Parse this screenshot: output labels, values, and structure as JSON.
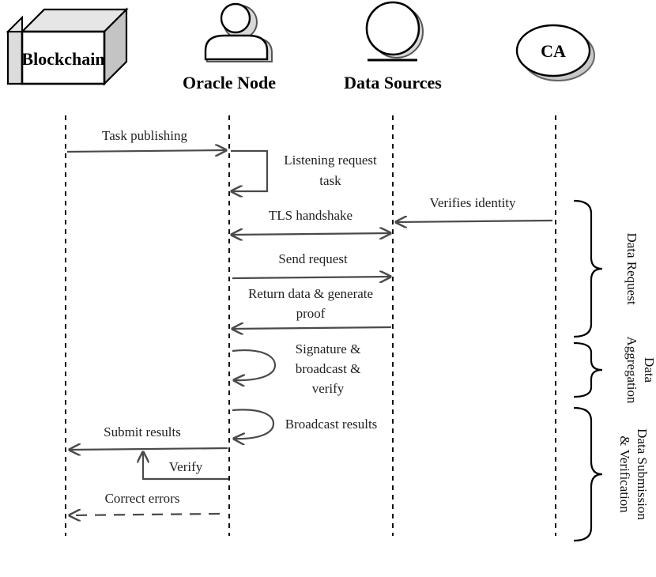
{
  "actors": {
    "blockchain": "Blockchain",
    "oracle": "Oracle Node",
    "sources": "Data Sources",
    "ca": "CA"
  },
  "messages": {
    "task_publishing": "Task publishing",
    "listening_1": "Listening request",
    "listening_2": "task",
    "verifies_identity": "Verifies identity",
    "tls_handshake": "TLS handshake",
    "send_request": "Send request",
    "return_1": "Return data & generate",
    "return_2": "proof",
    "signature_1": "Signature &",
    "signature_2": "broadcast &",
    "signature_3": "verify",
    "broadcast_results": "Broadcast results",
    "submit_results": "Submit results",
    "verify": "Verify",
    "correct_errors": "Correct errors"
  },
  "phases": {
    "data_request": "Data Request",
    "aggregation_1": "Data",
    "aggregation_2": "Aggregation",
    "submission_1": "Data Submission",
    "submission_2": "& Verification"
  }
}
